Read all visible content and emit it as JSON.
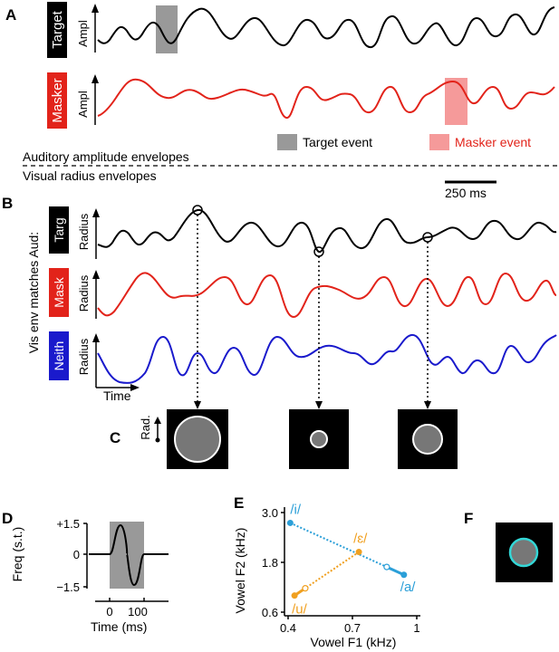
{
  "colors": {
    "target": "#000000",
    "masker": "#e2231a",
    "neither": "#1a1acc",
    "vowel": "#2b9fd8",
    "vowel_alt": "#f0a020",
    "circle_fill": "#777777",
    "target_box": "#999999",
    "masker_box": "#f59a9a",
    "ring_cyan": "#33d6d6"
  },
  "panel_letters": {
    "a": "A",
    "b": "B",
    "c": "C",
    "d": "D",
    "e": "E",
    "f": "F"
  },
  "panel_a": {
    "target_label": "Target",
    "masker_label": "Masker",
    "ylabel": "Ampl",
    "aud_caption": "Auditory amplitude envelopes",
    "vis_caption": "Visual radius envelopes",
    "legend_target": "Target event",
    "legend_masker": "Masker event",
    "scalebar_label": "250 ms"
  },
  "panel_b": {
    "side_label": "Vis env matches Aud:",
    "row_labels": [
      "Targ",
      "Mask",
      "Neith"
    ],
    "ylabel": "Radius",
    "xlabel": "Time"
  },
  "panel_c": {
    "ylabel": "Rad."
  },
  "panel_d": {
    "ylabel": "Freq (s.t.)",
    "xlabel": "Time (ms)",
    "y_ticks": [
      "+1.5",
      "0",
      "−1.5"
    ],
    "x_ticks": [
      "0",
      "100"
    ]
  },
  "chart_data": {
    "type": "line",
    "xlabel": "Vowel F1 (kHz)",
    "ylabel": "Vowel F2 (kHz)",
    "xlim": [
      0.4,
      1.0
    ],
    "ylim": [
      0.6,
      3.0
    ],
    "x_ticks": [
      "0.4",
      "0.7",
      "1"
    ],
    "y_ticks": [
      "3.0",
      "1.8",
      "0.6"
    ],
    "series": [
      {
        "name": "/i/–/a/",
        "points": [
          [
            0.41,
            2.75
          ],
          [
            0.94,
            1.5
          ]
        ]
      },
      {
        "name": "/u/–/ɛ/",
        "points": [
          [
            0.43,
            1.0
          ],
          [
            0.73,
            2.05
          ]
        ]
      }
    ],
    "labels": [
      {
        "text": "/i/",
        "x": 0.41,
        "y": 2.75
      },
      {
        "text": "/a/",
        "x": 0.94,
        "y": 1.5
      },
      {
        "text": "/ɛ/",
        "x": 0.73,
        "y": 2.05
      },
      {
        "text": "/u/",
        "x": 0.43,
        "y": 1.0
      }
    ]
  }
}
